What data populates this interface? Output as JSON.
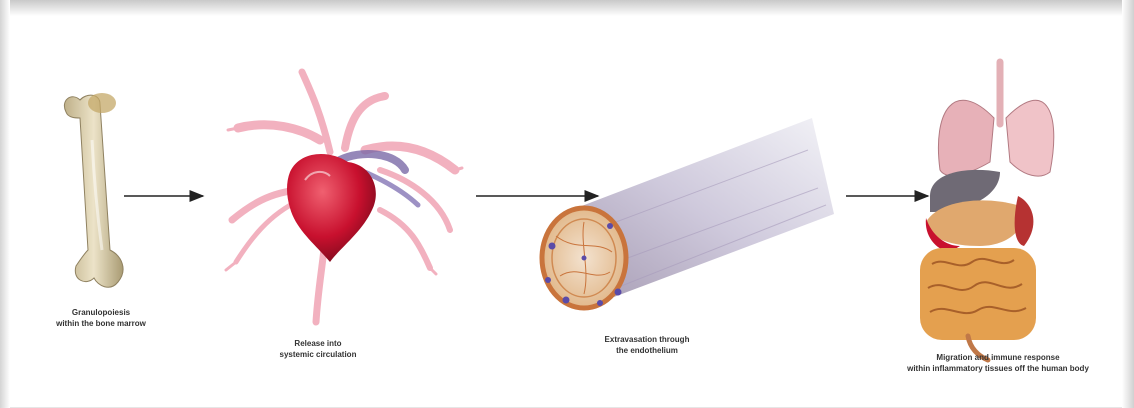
{
  "steps": [
    {
      "line1": "Granulopoiesis",
      "line2": "within the bone marrow"
    },
    {
      "line1": "Release into",
      "line2": "systemic circulation"
    },
    {
      "line1": "Extravasation through",
      "line2": "the endothelium"
    },
    {
      "line1": "Migration and immune  response",
      "line2": "within inflammatory tissues off the human body"
    }
  ],
  "icons": [
    "bone-icon",
    "heart-icon",
    "blood-vessel-icon",
    "organs-icon"
  ]
}
